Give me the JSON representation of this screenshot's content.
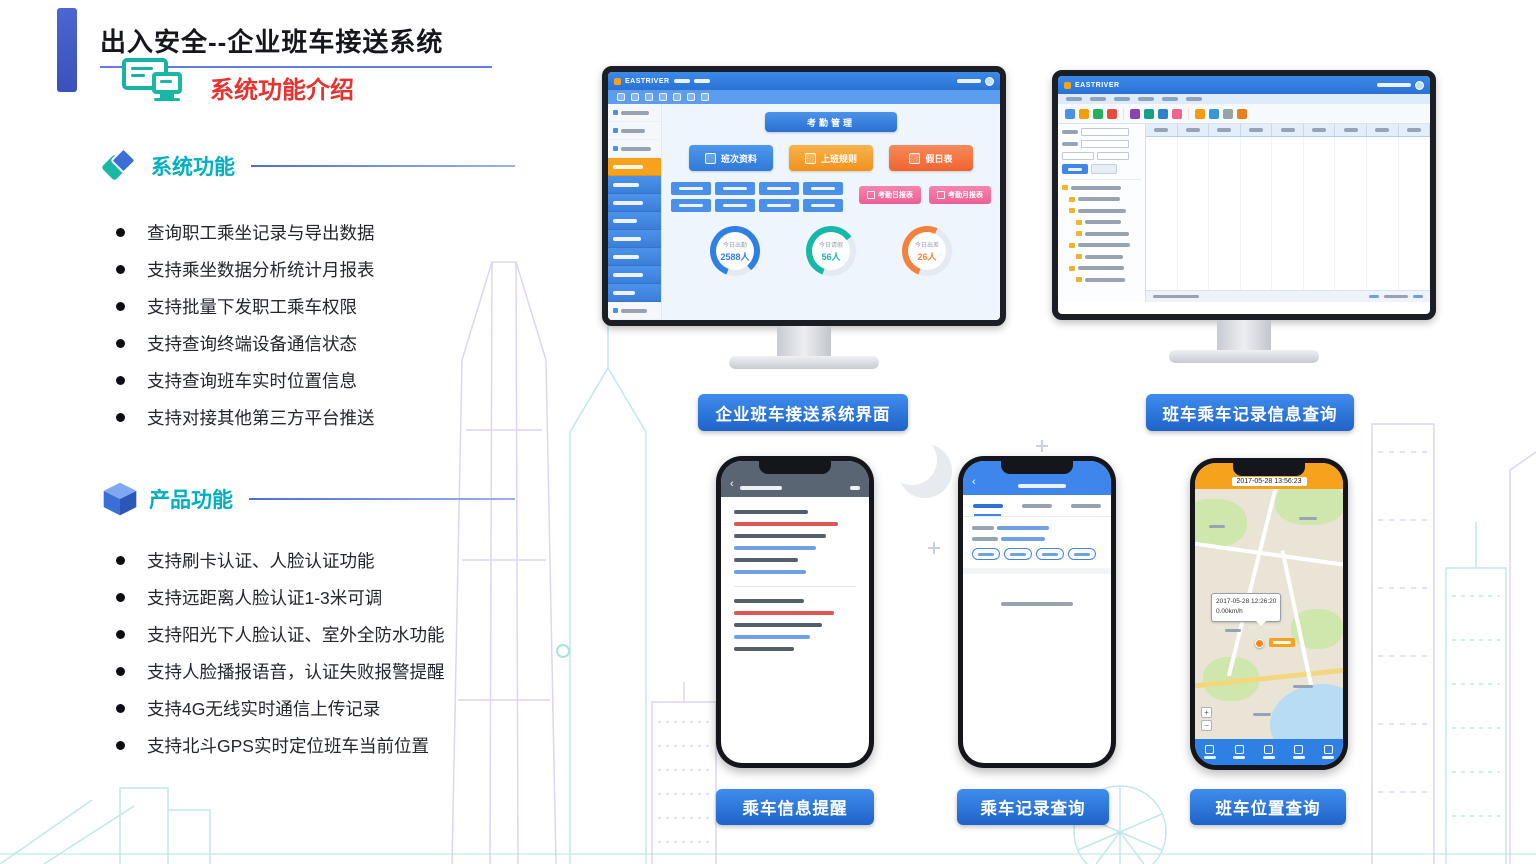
{
  "header": {
    "title": "出入安全--企业班车接送系统",
    "subtitle": "系统功能介绍"
  },
  "features_system": {
    "heading": "系统功能",
    "items": [
      "查询职工乘坐记录与导出数据",
      "支持乘坐数据分析统计月报表",
      "支持批量下发职工乘车权限",
      "支持查询终端设备通信状态",
      "支持查询班车实时位置信息",
      "支持对接其他第三方平台推送"
    ]
  },
  "features_product": {
    "heading": "产品功能",
    "items": [
      "支持刷卡认证、人脸认证功能",
      "支持远距离人脸认证1-3米可调",
      "支持阳光下人脸认证、室外全防水功能",
      "支持人脸播报语音，认证失败报警提醒",
      "支持4G无线实时通信上传记录",
      "支持北斗GPS实时定位班车当前位置"
    ]
  },
  "attendance": {
    "brand": "EASTRIVER",
    "title": "考勤管理",
    "primary_buttons": [
      "班次资料",
      "上班规则",
      "假日表"
    ],
    "report_buttons": [
      "考勤日报表",
      "考勤月报表"
    ],
    "gauges": [
      {
        "label": "今日出勤",
        "value": "2588人"
      },
      {
        "label": "今日请假",
        "value": "56人"
      },
      {
        "label": "今日出差",
        "value": "26人"
      }
    ]
  },
  "records": {
    "brand": "EASTRIVER"
  },
  "phone3": {
    "header_time": "2017-05-28 13:56:23",
    "bubble_time": "2017-05-28 12:26:20",
    "bubble_speed": "0.00km/h"
  },
  "captions": {
    "monitor1": "企业班车接送系统界面",
    "monitor2": "班车乘车记录信息查询",
    "phone1": "乘车信息提醒",
    "phone2": "乘车记录查询",
    "phone3": "班车位置查询"
  },
  "colors": {
    "accent_blue": "#2e7ce0",
    "title_red": "#e8322f",
    "heading_teal": "#00afc0"
  }
}
